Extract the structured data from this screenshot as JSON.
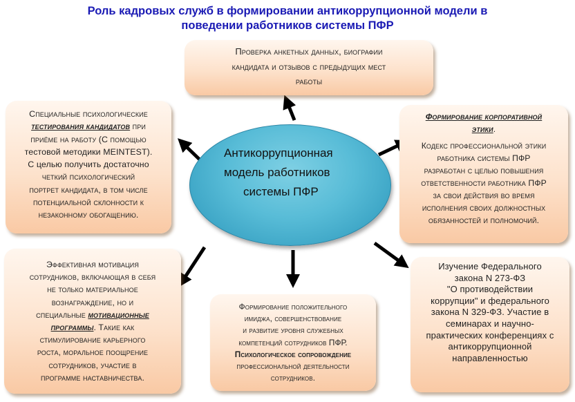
{
  "title": {
    "line1": "Роль кадровых служб в формировании антикоррупционной модели в",
    "line2": "поведении работников системы  ПФР"
  },
  "center": {
    "line1": "Антикоррупционная",
    "line2": "модель работников",
    "line3": "системы ПФР"
  },
  "top_box": {
    "line1": "Проверка анкетных данных, биографии",
    "line2": "кандидата и отзывов с предыдущих мест",
    "line3": "работы"
  },
  "left_box": {
    "p1": "Специальные психологические",
    "p2_em": "тестирования кандидатов",
    "p2_rest": " при",
    "p3": "приёме на работу (С помощью",
    "p4": "тестовой методики MEINTEST).",
    "p5": "С целью получить достаточно",
    "p6": "четкий психологический",
    "p7": "портрет кандидата, в том числе",
    "p8": "потенциальной склонности к",
    "p9": "незаконному обогащению."
  },
  "right_box": {
    "heading1": "Формирование корпоративной",
    "heading2": "этики",
    "heading_end": ".",
    "l1": "Кодекс профессиональной этики",
    "l2": "работника системы ПФР",
    "l3": "разработан с целью повышения",
    "l4": "ответственности работника ПФР",
    "l5": "за свои действия во время",
    "l6": "исполнения своих должностных",
    "l7": "обязанностей и полномочий."
  },
  "bottom_left_box": {
    "l1": "Эффективная мотивация",
    "l2": "сотрудников, включающая  в себя",
    "l3": "не только материальное",
    "l4": "вознаграждение, но и",
    "l5a": "специальные ",
    "l5b": "мотивационные",
    "l6a": "программы",
    "l6b": ". Такие как",
    "l7": "стимулирование карьерного",
    "l8": "роста, моральное поощрение",
    "l9": "сотрудников, участие в",
    "l10": "программе наставничества."
  },
  "bottom_center_box": {
    "l1": "Формирование положительного",
    "l2": "имиджа, совершенствование",
    "l3": "и развитие уровня служебных",
    "l4": "компетенций сотрудников ПФР.",
    "l5": "Психологическое сопровождение",
    "l6": "профессиональной деятельности",
    "l7": "сотрудников."
  },
  "bottom_right_box": {
    "l1": "Изучение Федерального",
    "l2": "закона N 273-ФЗ",
    "l3": "\"О противодействии",
    "l4": "коррупции\" и  федерального",
    "l5": "закона N 329-ФЗ. Участие в",
    "l6": "семинарах и научно-",
    "l7": "практических конференциях с",
    "l8": "антикоррупционной",
    "l9": "направленностью"
  },
  "colors": {
    "title": "#1a1ab4",
    "ellipse": "#58bcd7",
    "box_fill": "#fde2cc",
    "arrow": "#000000"
  }
}
